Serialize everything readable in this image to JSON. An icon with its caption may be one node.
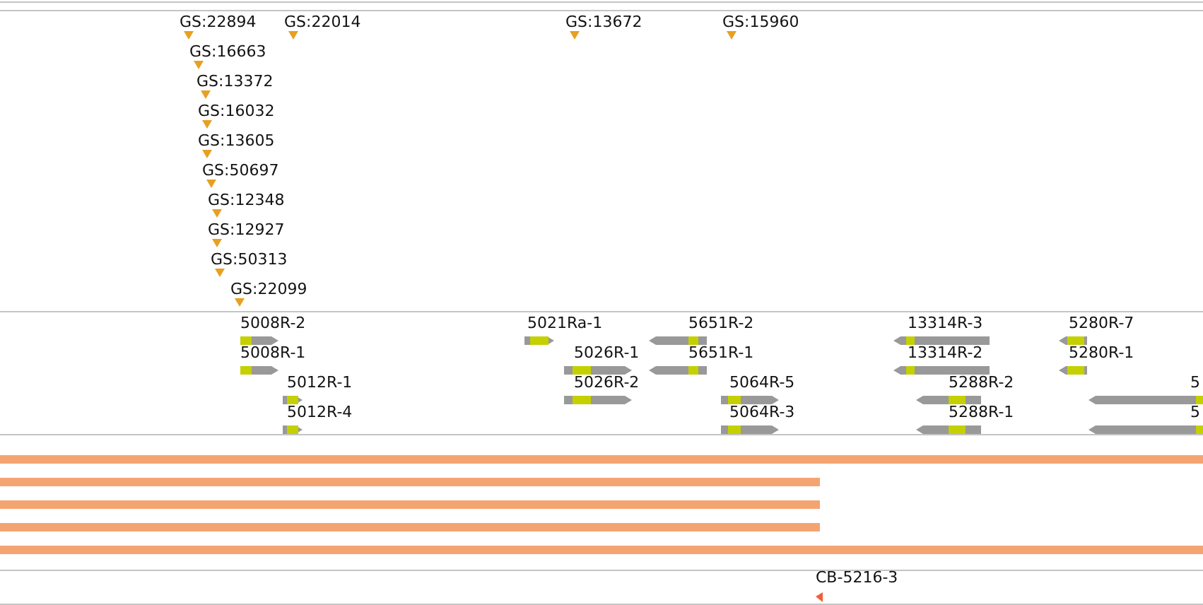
{
  "diagram": {
    "labels": [
      "GS:22894",
      "GS:22014",
      "GS:13672",
      "GS:15960",
      "GS:16663",
      "GS:13372",
      "GS:16032",
      "GS:13605",
      "GS:50697",
      "GS:12348",
      "GS:12927",
      "GS:50313",
      "GS:22099",
      "5008R-2",
      "5021Ra-1",
      "5651R-2",
      "13314R-3",
      "5280R-7",
      "5008R-1",
      "5026R-1",
      "5651R-1",
      "13314R-2",
      "5280R-1",
      "5012R-1",
      "5026R-2",
      "5064R-5",
      "5288R-2",
      "5",
      "5012R-4",
      "5064R-3",
      "5288R-1",
      "5",
      "CB-5216-3"
    ]
  }
}
